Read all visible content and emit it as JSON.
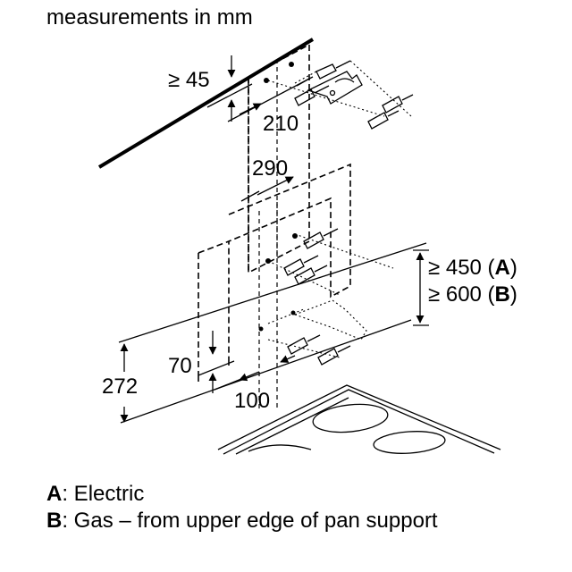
{
  "title": "measurements in mm",
  "dimensions": {
    "min_45": "≥ 45",
    "d210": "210",
    "d290": "290",
    "min_450_prefix": "≥ 450 (",
    "min_450_letter": "A",
    "min_450_suffix": ")",
    "min_600_prefix": "≥ 600 (",
    "min_600_letter": "B",
    "min_600_suffix": ")",
    "d70": "70",
    "d272": "272",
    "d100": "100"
  },
  "legend": [
    {
      "key": "A",
      "text": ": Electric"
    },
    {
      "key": "B",
      "text": ": Gas – from upper edge of pan support"
    }
  ]
}
